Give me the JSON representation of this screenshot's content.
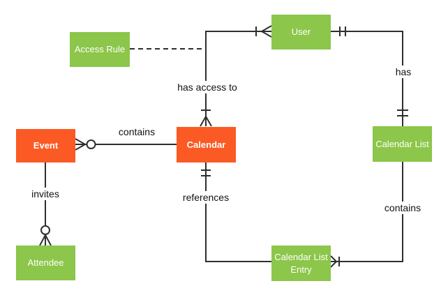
{
  "diagram": {
    "type": "entity-relationship-diagram",
    "background": "#ffffff",
    "colors": {
      "entity_green": "#8CC64A",
      "entity_orange": "#FB5A25",
      "line": "#2e2e2e",
      "entity_text": "#ffffff",
      "label_text": "#111111"
    }
  },
  "entities": {
    "access_rule": {
      "label": "Access Rule",
      "color": "#8CC64A"
    },
    "user": {
      "label": "User",
      "color": "#8CC64A"
    },
    "event": {
      "label": "Event",
      "color": "#FB5A25"
    },
    "calendar": {
      "label": "Calendar",
      "color": "#FB5A25"
    },
    "calendar_list": {
      "label": "Calendar List",
      "color": "#8CC64A"
    },
    "attendee": {
      "label": "Attendee",
      "color": "#8CC64A"
    },
    "calendar_list_entry": {
      "label": "Calendar List Entry",
      "color": "#8CC64A"
    }
  },
  "edges": {
    "contains_event_calendar": {
      "label": "contains",
      "from": "Event",
      "to": "Calendar",
      "cardinality_at_event": "zero-or-many",
      "style": "solid"
    },
    "invites": {
      "label": "invites",
      "from": "Event",
      "to": "Attendee",
      "cardinality_at_attendee": "zero-or-many",
      "style": "solid"
    },
    "has_access_to": {
      "label": "has access to",
      "from": "User",
      "to": "Calendar",
      "cardinality_at_user": "one-or-many",
      "cardinality_at_calendar": "one-or-many",
      "style": "solid"
    },
    "access_rule_link": {
      "label": "",
      "from": "Access Rule",
      "to": "has access to",
      "style": "dashed"
    },
    "has": {
      "label": "has",
      "from": "User",
      "to": "Calendar List",
      "cardinality_at_user": "one-and-only-one",
      "cardinality_at_calendar_list": "one-and-only-one",
      "style": "solid"
    },
    "references": {
      "label": "references",
      "from": "Calendar",
      "to": "Calendar List Entry",
      "cardinality_at_calendar": "one-and-only-one",
      "style": "solid"
    },
    "contains_list_entry": {
      "label": "contains",
      "from": "Calendar List",
      "to": "Calendar List Entry",
      "cardinality_at_entry": "one-or-many",
      "style": "solid"
    }
  }
}
